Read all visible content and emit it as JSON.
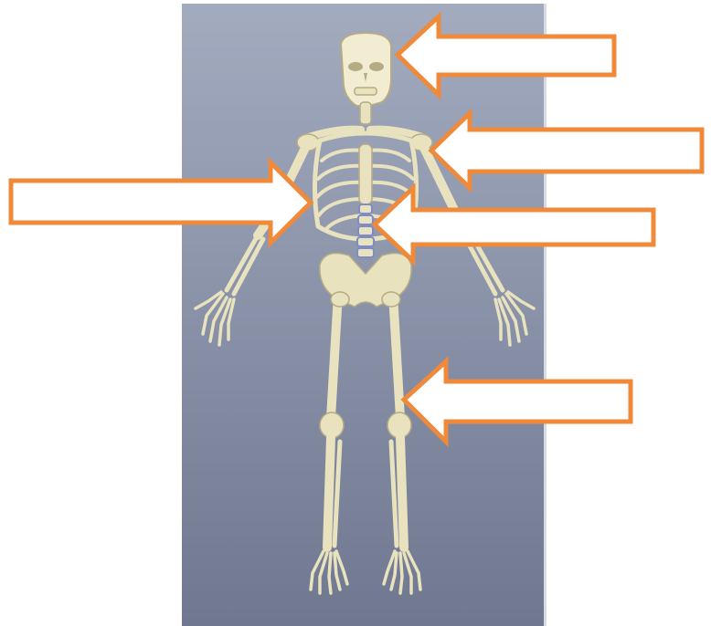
{
  "colors": {
    "page_background": "#ffffff",
    "panel_top": "#a3abbf",
    "panel_bottom": "#6f7890",
    "arrow_fill": "#ffffff",
    "arrow_outline": "#ef8a3a",
    "bone": "#e9e2bf",
    "bone_shadow": "#b5ab84",
    "spine_accent": "#7f8bc7",
    "skull": "#f2ecd2"
  },
  "panel": {
    "type": "3d-viewport",
    "content": "skeleton-front-view"
  },
  "arrows": [
    {
      "name": "arrow-skull",
      "points_to": "skull",
      "direction": "left"
    },
    {
      "name": "arrow-shoulder",
      "points_to": "shoulder-clavicle",
      "direction": "left"
    },
    {
      "name": "arrow-ribcage",
      "points_to": "rib-cage",
      "direction": "right"
    },
    {
      "name": "arrow-spine",
      "points_to": "spine",
      "direction": "left"
    },
    {
      "name": "arrow-femur",
      "points_to": "femur",
      "direction": "left"
    }
  ],
  "labels": []
}
